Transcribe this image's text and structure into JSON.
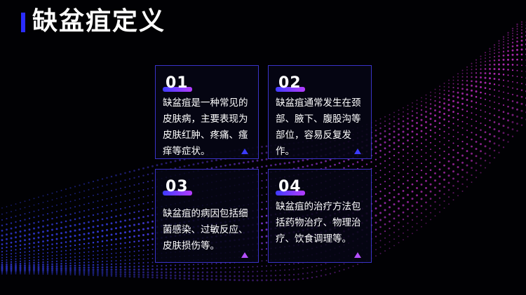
{
  "title": "缺盆疽定义",
  "colors": {
    "accent": "#2a2cff",
    "card_border": "#3a33c8",
    "dots_blue": "#3a44ff",
    "dots_magenta": "#d233d8"
  },
  "cards": [
    {
      "number": "01",
      "text": "缺盆疽是一种常见的皮肤病，主要表现为皮肤红肿、疼痛、瘙痒等症状。"
    },
    {
      "number": "02",
      "text": "缺盆疽通常发生在颈部、腋下、腹股沟等部位，容易反复发作。"
    },
    {
      "number": "03",
      "text": "缺盆疽的病因包括细菌感染、过敏反应、皮肤损伤等。"
    },
    {
      "number": "04",
      "text": "缺盆疽的治疗方法包括药物治疗、物理治疗、饮食调理等。"
    }
  ]
}
